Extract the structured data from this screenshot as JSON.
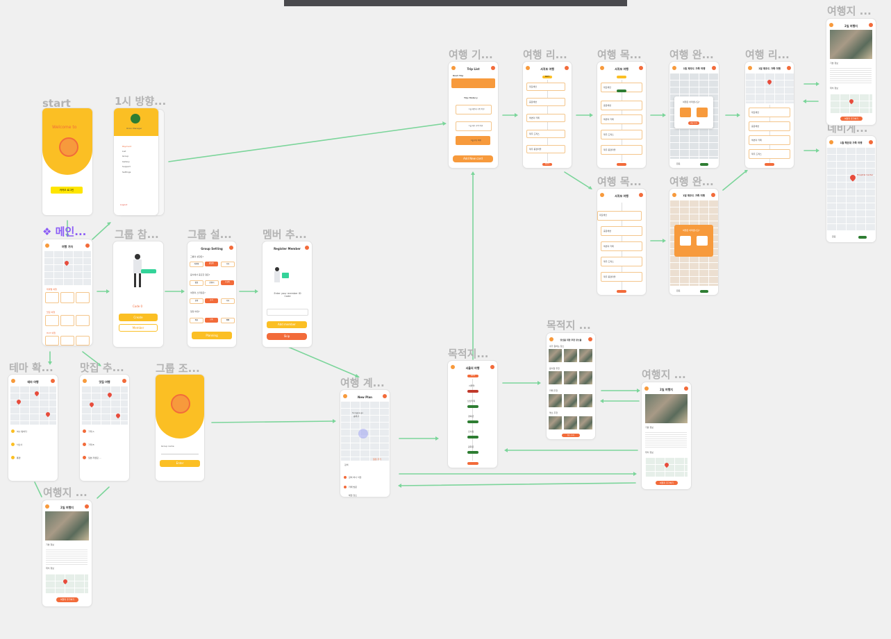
{
  "frame_labels": {
    "start": "start",
    "direction": "1시 방향...",
    "main": "메인...",
    "group_join": "그룹 참...",
    "group_setting": "그룹 설...",
    "member_add": "멤버 추...",
    "theme": "테마 확...",
    "restaurant": "맛집 추...",
    "group_create": "그룹 조...",
    "trip_detail_left": "여행지 ...",
    "trip_plan": "여행 계...",
    "destination": "목적지...",
    "destination_list": "목적지 ...",
    "trip_detail_mid": "여행지 ...",
    "trip_record": "여행 기...",
    "trip_list1": "여행 리...",
    "trip_mok1": "여행 목...",
    "trip_mok2": "여행 목...",
    "trip_done1": "여행 완...",
    "trip_done2": "여행 완...",
    "trip_list2": "여행 리...",
    "trip_detail_right": "여행지 ...",
    "navigation": "네비게..."
  },
  "start_screen": {
    "welcome": "Welcome to",
    "kakao_login": "카카오 로그인"
  },
  "side_menu": {
    "user_name": "Orion Manager",
    "items": [
      "Payment",
      "List",
      "Group",
      "Gallery",
      "Support",
      "Settings"
    ],
    "logout": "Logout"
  },
  "main_screen": {
    "title": "여행 가자",
    "section1": "테마별 여행",
    "section2": "맛집 여행",
    "section3": "HOT 여행"
  },
  "group_join": {
    "code": "Code 0",
    "btn_create": "Create",
    "btn_member": "Member"
  },
  "group_setting": {
    "title": "Group Setting",
    "q1": "그룹의 성향은?",
    "q2": "음식에서 중요한 점은?",
    "q3": "여행의 스타일은?",
    "q4": "일정 여유?",
    "opts1": [
      "차분함",
      "활발함",
      "기타"
    ],
    "opts2": [
      "맛집",
      "분위기",
      "가성비"
    ],
    "opts3": [
      "관광",
      "휴식",
      "기타"
    ],
    "opts4": [
      "여유",
      "보통",
      "빡빡"
    ],
    "btn": "Planning"
  },
  "register_member": {
    "title": "Register Member",
    "prompt": "Enter your member ID Code",
    "btn_add": "Add member",
    "btn_skip": "Skip"
  },
  "theme_screen": {
    "title": "테마 여행",
    "items": [
      "여수 밤바다",
      "낙산사",
      "통영"
    ]
  },
  "restaurant_screen": {
    "title": "맛집 여행",
    "items": [
      "가게 A",
      "가게 B",
      "일본 라멘집 ..."
    ]
  },
  "group_create": {
    "label": "Group name",
    "btn": "Enter"
  },
  "trip_detail": {
    "title": "2일 여행지",
    "sub1": "기본 정보",
    "sub2": "위치 정보",
    "btn": "여행지 추가하기"
  },
  "trip_plan": {
    "title": "New Plan",
    "map_place1": "Songpa-gu",
    "map_place2": "송파구",
    "search": "검색",
    "add": "일정 추가",
    "items": [
      "갈비 하나 식당",
      "카페 방문",
      "체험 장소"
    ]
  },
  "destination": {
    "title": "서울의 여행",
    "day": "DAY1",
    "items": [
      "서울역",
      "남산타워",
      "경복궁",
      "인사동",
      "광화문"
    ]
  },
  "destination_list": {
    "title": "당신을 위한 추천 장소들",
    "sec1": "내가 원하는 장소",
    "sec2": "음식점 추천",
    "sec3": "카페 추천",
    "sec4": "명소 추천",
    "btn": "장소 추가"
  },
  "trip_list": {
    "title": "Trip List",
    "next_trip": "Next Trip",
    "trip_history": "Trip History",
    "history_items": [
      "1월 해운대 가족 여행",
      "1월 제주 가족 여행",
      "1월 부산 여행"
    ],
    "add_btn": "Add New card"
  },
  "trip_list_detail": {
    "title": "서귀포 여행",
    "day": "DAY1",
    "items": [
      "대포해안",
      "중문해변",
      "해변의 카페",
      "제주 드레스",
      "제주 풍경마을"
    ],
    "end": "DAY2"
  },
  "trip_done": {
    "title": "1일 제주도 가족 여행",
    "question": "여행은 어떠셨나요?",
    "review_btn": "리뷰 쓰기",
    "ok": "완료"
  },
  "navigation_screen": {
    "title": "1월 해운대 가족 여행",
    "place": "Hospital Center",
    "btn": "완료"
  },
  "colors": {
    "accent": "#f26b3a",
    "yellow": "#fbbf24",
    "connector": "#7bd59a",
    "frame_label": "#b3b3b3",
    "component": "#8b5cf6"
  }
}
